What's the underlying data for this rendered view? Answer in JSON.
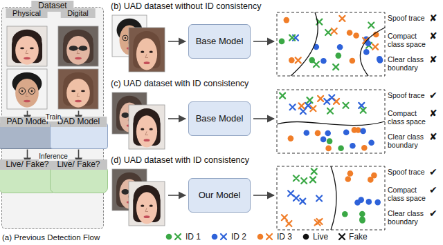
{
  "diagram": {
    "nodes": [
      {
        "text": [
          "Dataset"
        ]
      },
      {
        "text": [
          "Physical"
        ],
        "in": 0
      },
      {
        "text": [
          "Digital"
        ],
        "in": 0
      },
      {
        "text": [
          "PAD Model"
        ],
        "in": 0
      },
      {
        "text": [
          "DAD Model"
        ],
        "in": 0
      },
      {
        "text": [
          "Live/ Fake?"
        ],
        "in": 0
      },
      {
        "text": [
          "Live/ Fake?"
        ],
        "in": 0
      },
      {
        "text": [
          "Base Model"
        ]
      },
      {
        "text": [
          "Base Model"
        ]
      },
      {
        "text": [
          "Our Model"
        ]
      }
    ],
    "edges": [
      {
        "from": 1,
        "to": 3,
        "arrow": "to"
      },
      {
        "from": 2,
        "to": 4,
        "arrow": "to"
      },
      {
        "from": 3,
        "to": 5,
        "arrow": "to"
      },
      {
        "from": 4,
        "to": 6,
        "arrow": "to"
      }
    ],
    "labels": [
      "Train",
      "Inference",
      "(a) Previous Detection Flow",
      "(b) UAD dataset without ID consistency",
      "Spoof trace",
      "✘",
      "Compact class space",
      "✘",
      "Clear class boundary",
      "✘",
      "(c) UAD dataset with ID consistency",
      "Spoof trace",
      "✔",
      "Compact class space",
      "✘",
      "Clear class boundary",
      "✘",
      "(d) UAD dataset with ID consistency",
      "Spoof trace",
      "✔",
      "Compact class space",
      "✔",
      "Clear class boundary",
      "✔"
    ],
    "legend": [
      {
        "text": "ID 1",
        "color": "#3aa845"
      },
      {
        "text": "ID 2",
        "color": "#2e62d9"
      },
      {
        "text": "ID 3",
        "color": "#f07d28"
      },
      {
        "text": "Live"
      },
      {
        "text": "Fake"
      }
    ]
  }
}
